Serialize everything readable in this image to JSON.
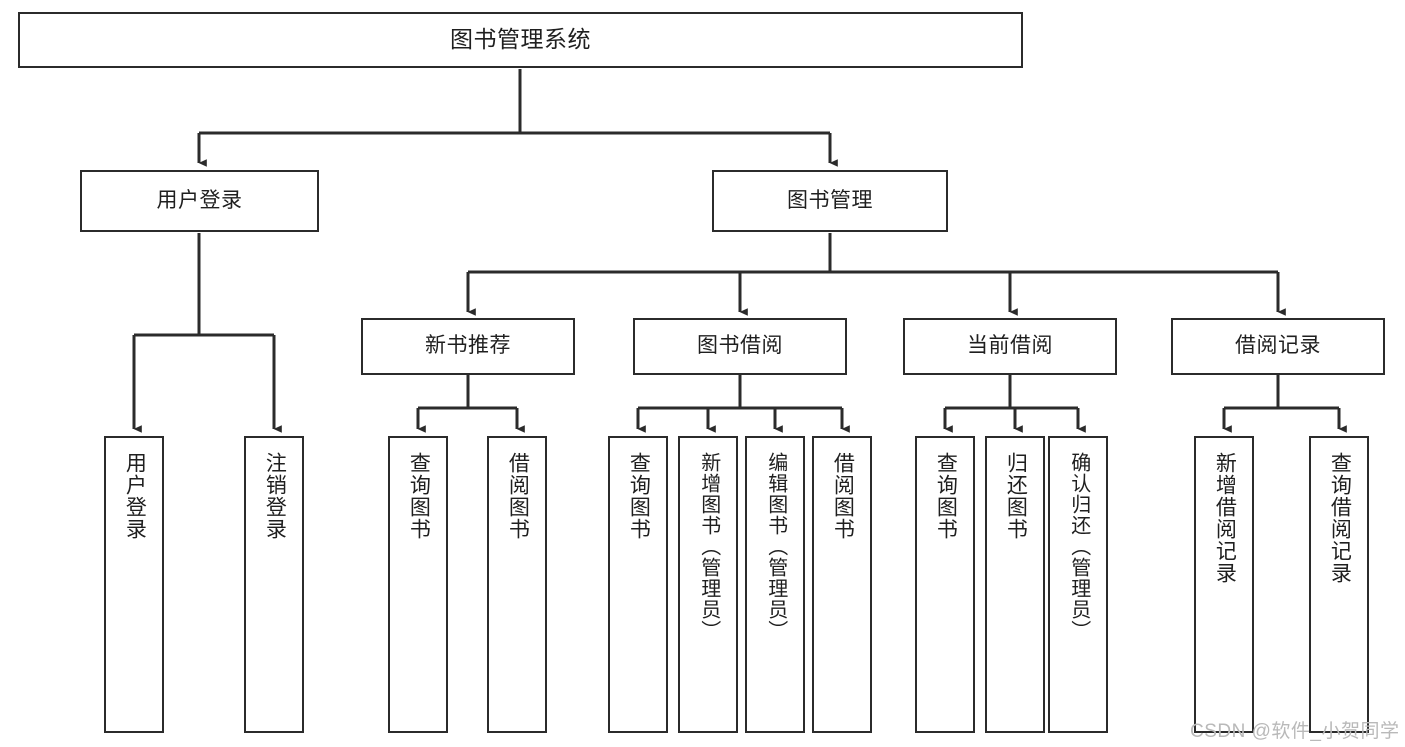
{
  "diagram": {
    "title": "图书管理系统",
    "type": "tree",
    "watermark": "CSDN @软件_小贺同学",
    "colors": {
      "box_border": "#2b2b2b",
      "connector": "#2b2b2b",
      "background": "#ffffff",
      "text": "#1f1f1f",
      "watermark": "#b9b9b9"
    },
    "root": {
      "label": "图书管理系统"
    },
    "level2": [
      {
        "key": "user_login",
        "label": "用户登录"
      },
      {
        "key": "book_manage",
        "label": "图书管理"
      }
    ],
    "level3": [
      {
        "key": "new_book_rec",
        "label": "新书推荐"
      },
      {
        "key": "book_borrow",
        "label": "图书借阅"
      },
      {
        "key": "current_borrow",
        "label": "当前借阅"
      },
      {
        "key": "borrow_record",
        "label": "借阅记录"
      }
    ],
    "leaves": {
      "user_login": [
        {
          "label": "用户登录"
        },
        {
          "label": "注销登录"
        }
      ],
      "new_book_rec": [
        {
          "label": "查询图书"
        },
        {
          "label": "借阅图书"
        }
      ],
      "book_borrow": [
        {
          "label": "查询图书"
        },
        {
          "label": "新增图书（管理员）"
        },
        {
          "label": "编辑图书（管理员）"
        },
        {
          "label": "借阅图书"
        }
      ],
      "current_borrow": [
        {
          "label": "查询图书"
        },
        {
          "label": "归还图书"
        },
        {
          "label": "确认归还（管理员）"
        }
      ],
      "borrow_record": [
        {
          "label": "新增借阅记录"
        },
        {
          "label": "查询借阅记录"
        }
      ]
    }
  }
}
